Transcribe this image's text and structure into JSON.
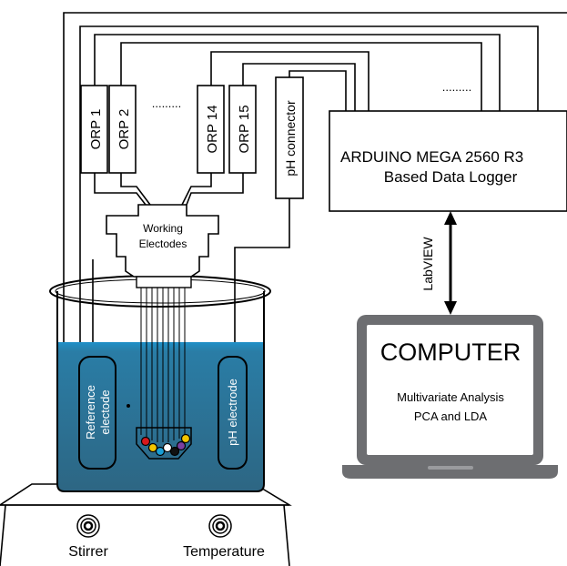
{
  "orp_labels": {
    "orp1": "ORP 1",
    "orp2": "ORP 2",
    "orp14": "ORP 14",
    "orp15": "ORP 15"
  },
  "orp_ellipsis": ".........",
  "ph_connector": "pH connector",
  "working_electodes": {
    "line1": "Working",
    "line2": "Electodes"
  },
  "arduino": {
    "line1": "ARDUINO MEGA 2560 R3",
    "line2": "Based Data Logger"
  },
  "wire_ellipsis": ".........",
  "labview": "LabVIEW",
  "computer": {
    "title": "COMPUTER",
    "line1": "Multivariate Analysis",
    "line2": "PCA and LDA"
  },
  "reference_electode": {
    "line1": "Reference",
    "line2": "electode"
  },
  "ph_electrode": "pH electrode",
  "stirrer": "Stirrer",
  "temperature": "Temperature",
  "colors": {
    "liquid": "#2f6b8a",
    "liquid_top": "#1e90c8",
    "laptop_frame": "#6d6e71",
    "electrode_dots": [
      "#d7191c",
      "#f2c500",
      "#1a9fd6",
      "#ffffff",
      "#7b3fa0",
      "#f2c500"
    ]
  }
}
